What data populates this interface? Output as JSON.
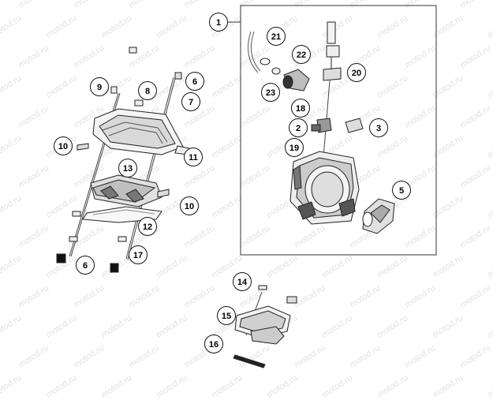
{
  "watermark": "motod.ru",
  "assembly_callout": "1",
  "callouts": [
    {
      "id": "c1",
      "label": "1"
    },
    {
      "id": "c2",
      "label": "2"
    },
    {
      "id": "c3",
      "label": "3"
    },
    {
      "id": "c5",
      "label": "5"
    },
    {
      "id": "c6a",
      "label": "6"
    },
    {
      "id": "c6b",
      "label": "6"
    },
    {
      "id": "c7",
      "label": "7"
    },
    {
      "id": "c8",
      "label": "8"
    },
    {
      "id": "c9",
      "label": "9"
    },
    {
      "id": "c10a",
      "label": "10"
    },
    {
      "id": "c10b",
      "label": "10"
    },
    {
      "id": "c11",
      "label": "11"
    },
    {
      "id": "c12",
      "label": "12"
    },
    {
      "id": "c13",
      "label": "13"
    },
    {
      "id": "c14",
      "label": "14"
    },
    {
      "id": "c15",
      "label": "15"
    },
    {
      "id": "c16",
      "label": "16"
    },
    {
      "id": "c17",
      "label": "17"
    },
    {
      "id": "c18",
      "label": "18"
    },
    {
      "id": "c19",
      "label": "19"
    },
    {
      "id": "c20",
      "label": "20"
    },
    {
      "id": "c21",
      "label": "21"
    },
    {
      "id": "c22",
      "label": "22"
    },
    {
      "id": "c23",
      "label": "23"
    }
  ]
}
